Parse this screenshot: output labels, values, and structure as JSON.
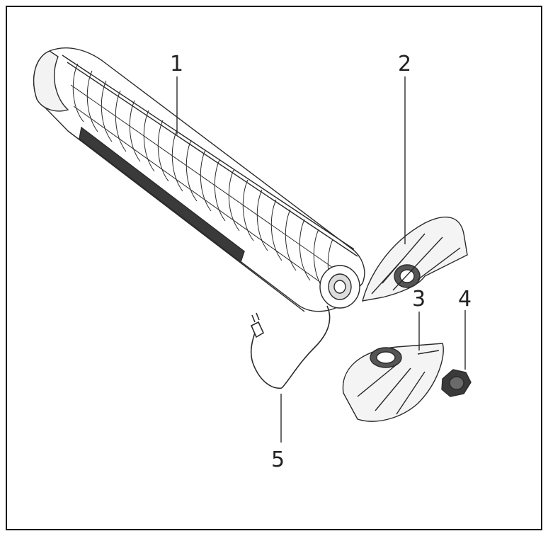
{
  "diagram": {
    "parts": [
      {
        "id": "part-1",
        "label": "1"
      },
      {
        "id": "part-2",
        "label": "2"
      },
      {
        "id": "part-3",
        "label": "3"
      },
      {
        "id": "part-4",
        "label": "4"
      },
      {
        "id": "part-5",
        "label": "5"
      }
    ]
  },
  "colors": {
    "line": "#2a2a2a",
    "fill": "#ffffff",
    "shade": "#4a4a4a"
  }
}
